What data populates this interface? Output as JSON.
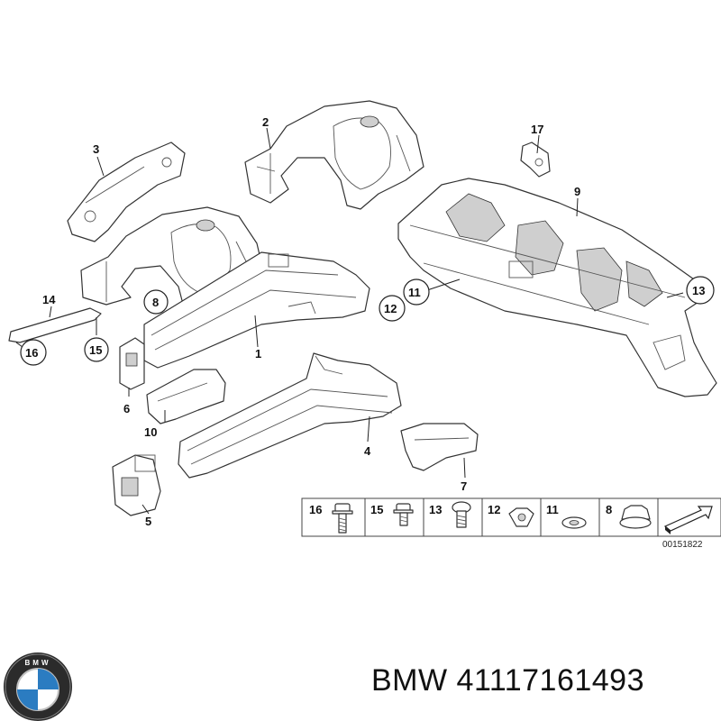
{
  "callouts": {
    "c1": "1",
    "c2": "2",
    "c3": "3",
    "c4": "4",
    "c5": "5",
    "c6": "6",
    "c7": "7",
    "c8": "8",
    "c9": "9",
    "c10": "10",
    "c11": "11",
    "c12": "12",
    "c13": "13",
    "c14": "14",
    "c15": "15",
    "c16": "16",
    "c17": "17"
  },
  "legend": [
    "16",
    "15",
    "13",
    "12",
    "11",
    "8"
  ],
  "diagram_code": "00151822",
  "caption": "BMW 41117161493",
  "logo_text": "BMW",
  "icons": [
    "bmw-roundel-logo",
    "navigation-arrow-icon"
  ]
}
